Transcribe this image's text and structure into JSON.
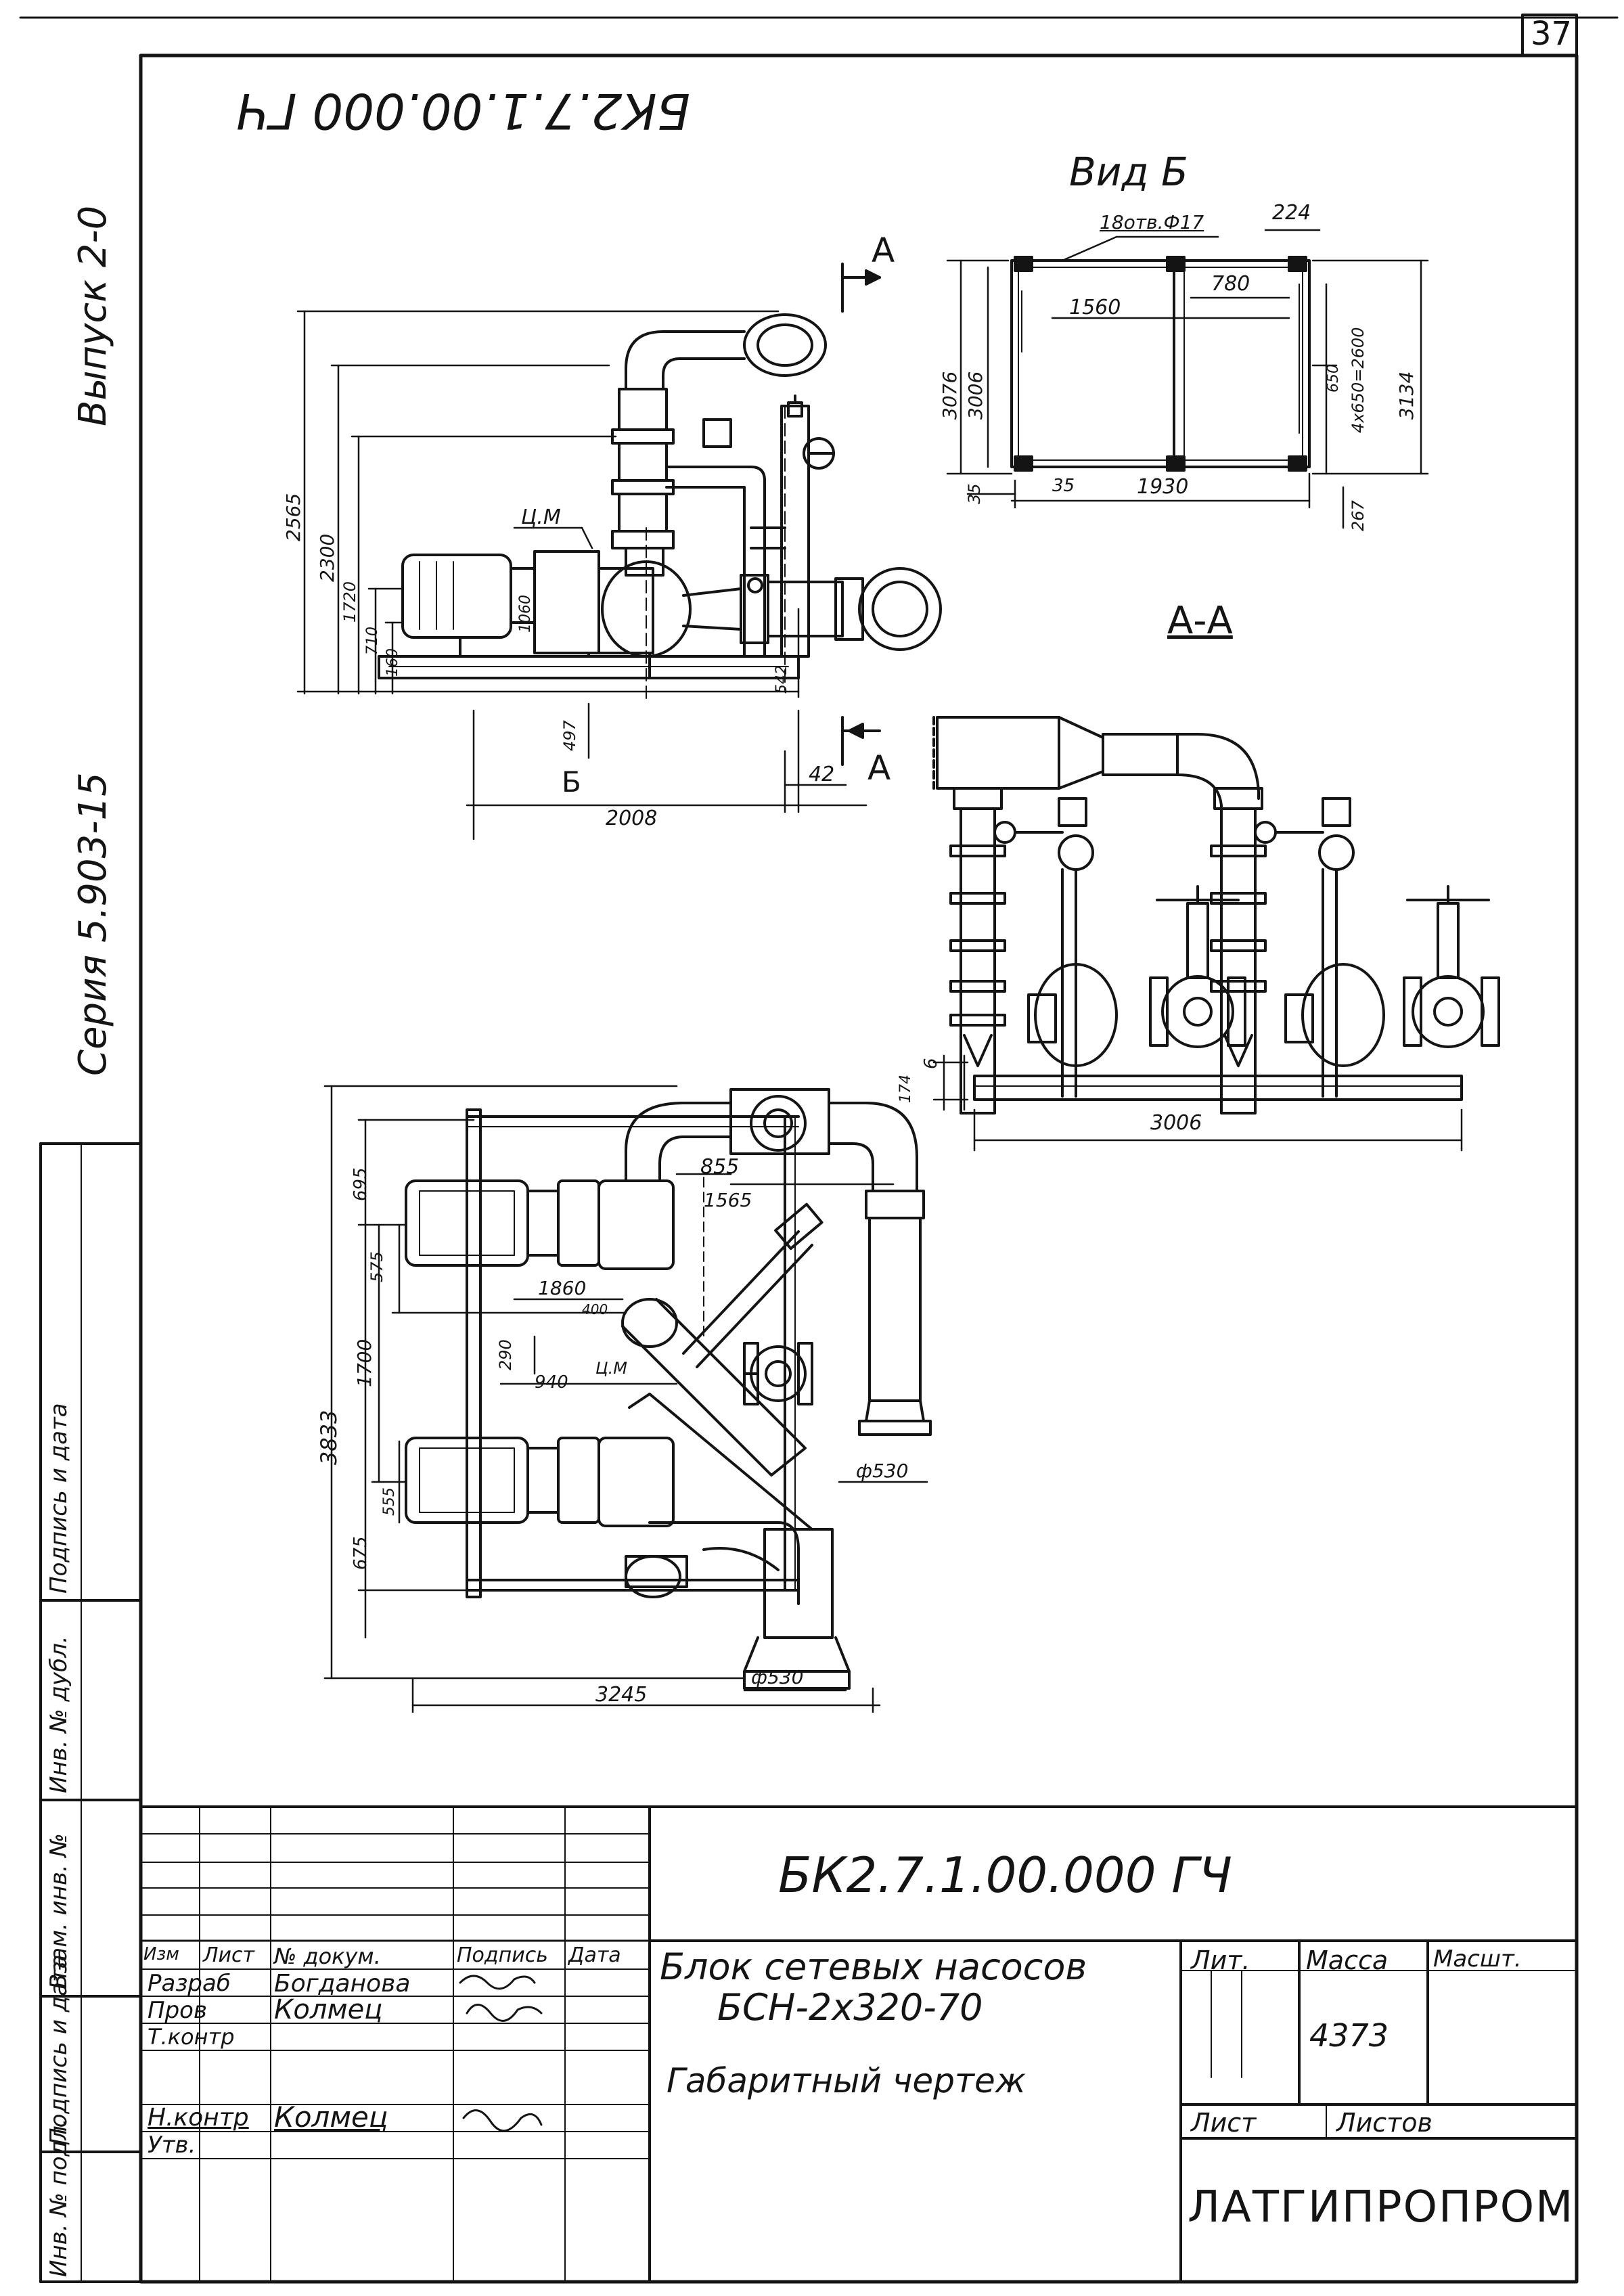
{
  "sheet": {
    "number": "37",
    "drawing_code_rotated": "БК2.7.1.00.000 ГЧ",
    "issue": "Выпуск 2-0",
    "series": "Серия 5.903-15"
  },
  "side_stamp": {
    "cells": [
      "Инв. № подл.",
      "Подпись и дата",
      "Взам. инв. №",
      "Инв. № дубл.",
      "Подпись и дата"
    ]
  },
  "views": {
    "view_b": "Вид Б",
    "section_aa": "А-А",
    "section_mark_top": "А",
    "section_mark_bottom": "А",
    "arrow_b": "Б"
  },
  "front_dims": {
    "d2565": "2565",
    "d2300": "2300",
    "d1720": "1720",
    "d1060": "1060",
    "d710": "710",
    "d160": "160",
    "cm": "Ц.М",
    "d542": "542",
    "d497": "497",
    "d2008": "2008",
    "d42": "42"
  },
  "view_b_dims": {
    "holes": "18отв.Ф17",
    "d224": "224",
    "d780": "780",
    "d1560": "1560",
    "d3076": "3076",
    "d3006": "3006",
    "d650": "650",
    "d4x650": "4х650=2600",
    "d3134": "3134",
    "d35a": "35",
    "d35b": "35",
    "d1930": "1930",
    "d267": "267"
  },
  "aa_dims": {
    "d174": "174",
    "d6": "6",
    "d3006": "3006"
  },
  "plan_dims": {
    "d695": "695",
    "d855": "855",
    "d1565": "1565",
    "d575": "575",
    "d1860": "1860",
    "d400": "400",
    "d290": "290",
    "d940": "940",
    "cm": "Ц.М",
    "d1700": "1700",
    "d3833": "3833",
    "d555": "555",
    "d675": "675",
    "d530a": "ф530",
    "d530b": "ф530",
    "d3245": "3245"
  },
  "title_block": {
    "code": "БК2.7.1.00.000 ГЧ",
    "title_line1": "Блок сетевых насосов",
    "title_line2": "БСН-2х320-70",
    "subtitle": "Габаритный чертеж",
    "hdr_izm": "Изм",
    "hdr_list": "Лист",
    "hdr_doc": "№ докум.",
    "hdr_sign": "Подпись",
    "hdr_date": "Дата",
    "r1_role": "Разраб",
    "r1_name": "Богданова",
    "r2_role": "Пров",
    "r2_name": "Колмец",
    "r3_role": "Т.контр",
    "r4_role": "Н.контр",
    "r4_name": "Колмец",
    "r5_role": "Утв.",
    "lit": "Лит.",
    "mass_label": "Масса",
    "scale_label": "Масшт.",
    "mass": "4373",
    "sheet_label": "Лист",
    "sheets_label": "Листов",
    "org": "ЛАТГИПРОПРОМ"
  }
}
